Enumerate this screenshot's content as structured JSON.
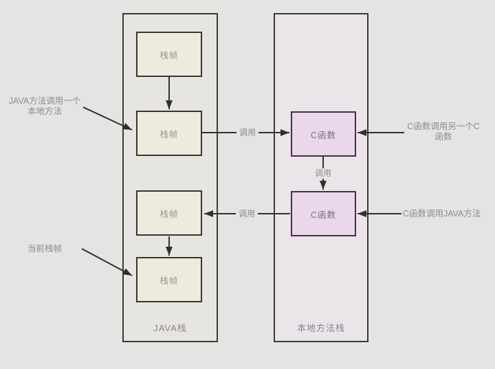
{
  "java_stack": {
    "label": "JAVA栈",
    "frames": [
      "栈帧",
      "栈帧",
      "栈帧",
      "栈帧"
    ]
  },
  "native_stack": {
    "label": "本地方法栈",
    "functions": [
      "C函数",
      "C函数"
    ]
  },
  "edge_labels": {
    "call": "调用"
  },
  "annotations": {
    "java_calls_native": [
      "JAVA方法调用一个",
      "本地方法"
    ],
    "current_frame": "当前栈帧",
    "c_calls_c": [
      "C函数调用另一个C",
      "函数"
    ],
    "c_calls_java": "C函数调用JAVA方法"
  },
  "colors": {
    "page_bg": "#e4e4e3",
    "java_container_fill": "#e6e5e1",
    "native_container_fill": "#ebe5ea",
    "frame_box_fill": "#eeebde",
    "frame_box_text": "#9d9484",
    "c_box_fill": "#ead7e9",
    "c_box_text": "#7d6b7e",
    "box_border": "#39352f",
    "arrow": "#30302e",
    "annotation_text": "#8c8c89",
    "java_label_text": "#8f887b",
    "native_label_text": "#8d7e8c"
  }
}
